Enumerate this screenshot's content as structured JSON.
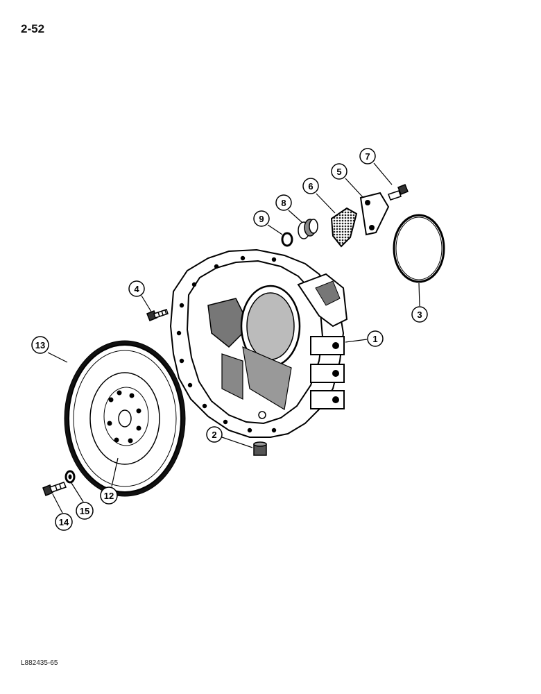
{
  "page_number": "2-52",
  "drawing_ref": "L882435-65",
  "callouts": [
    "1",
    "2",
    "3",
    "4",
    "5",
    "6",
    "7",
    "8",
    "9",
    "12",
    "13",
    "14",
    "15"
  ]
}
